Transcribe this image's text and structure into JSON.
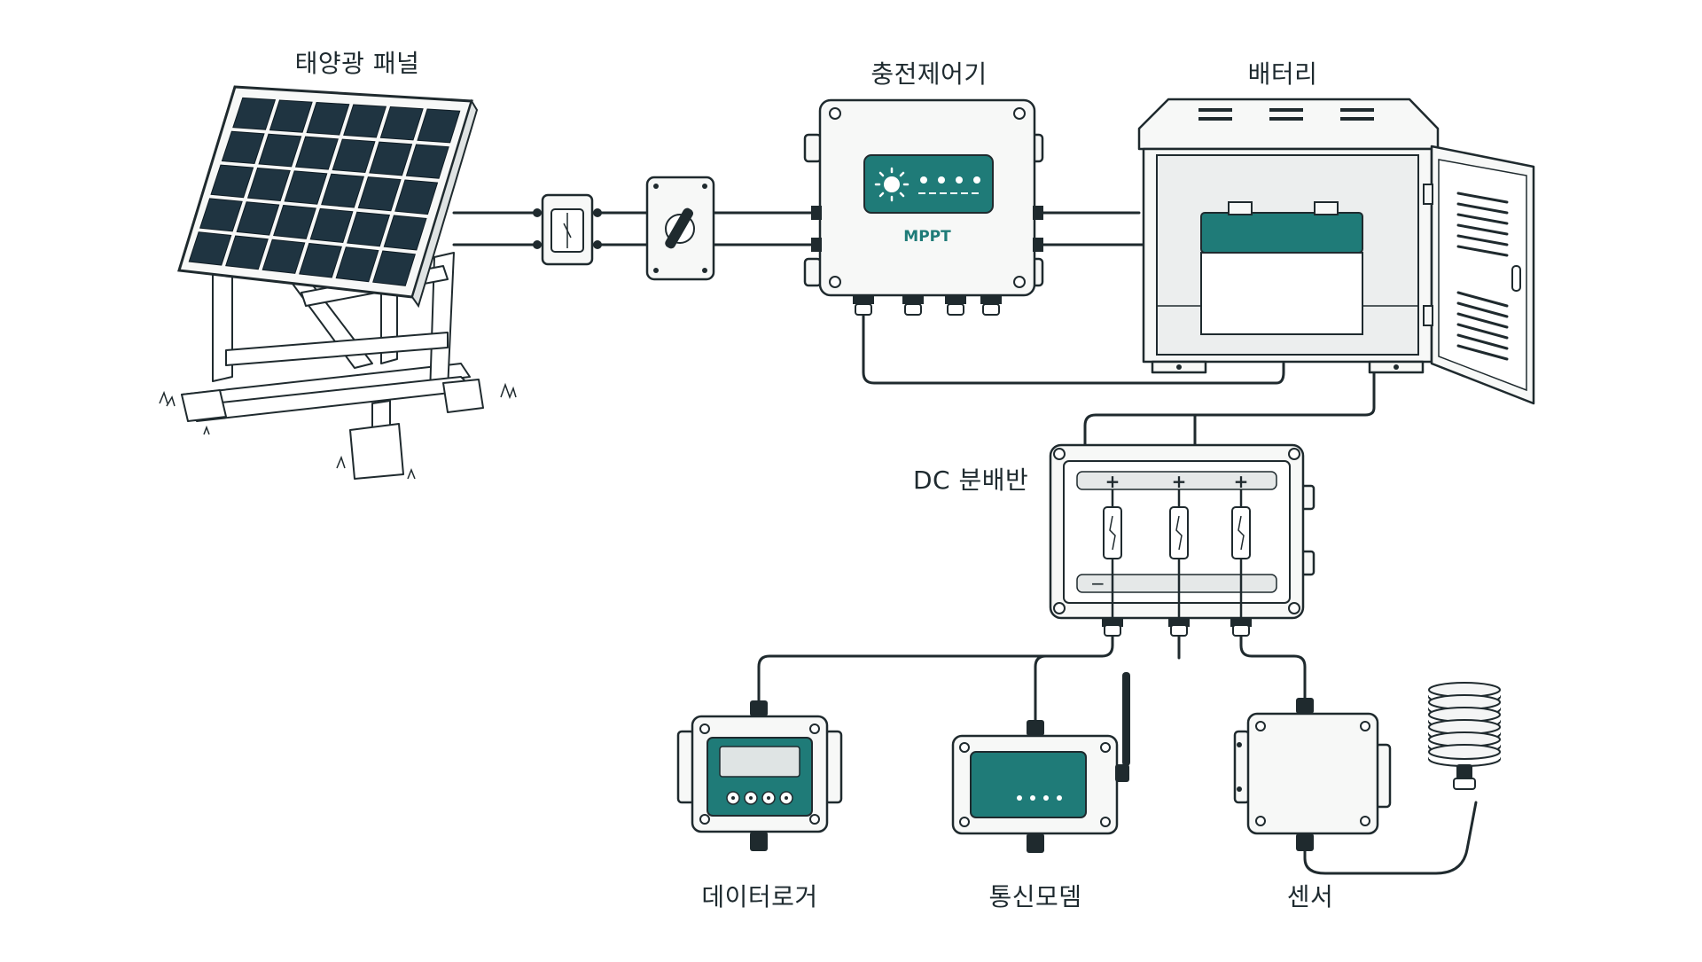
{
  "labels": {
    "solar_panel": "태양광 패널",
    "charge_controller": "충전제어기",
    "battery": "배터리",
    "dc_distribution": "DC 분배반",
    "data_logger": "데이터로거",
    "comm_modem": "통신모뎀",
    "sensor": "센서"
  },
  "controller_display": {
    "mode_text": "MPPT"
  },
  "distribution_terminals": {
    "plus": "+",
    "minus": "−"
  },
  "colors": {
    "accent_teal": "#1f7b78",
    "line_dark": "#1f2a2e",
    "panel_cell": "#1f3441",
    "battery_top": "#1f7b78",
    "device_body": "#f7f8f7"
  },
  "icons": {
    "fuse_holder": "fuse-icon",
    "disconnect_switch": "switch-icon",
    "sun_indicator": "sun-icon",
    "antenna": "antenna-icon",
    "radiation_shield": "radiation-shield-icon"
  }
}
